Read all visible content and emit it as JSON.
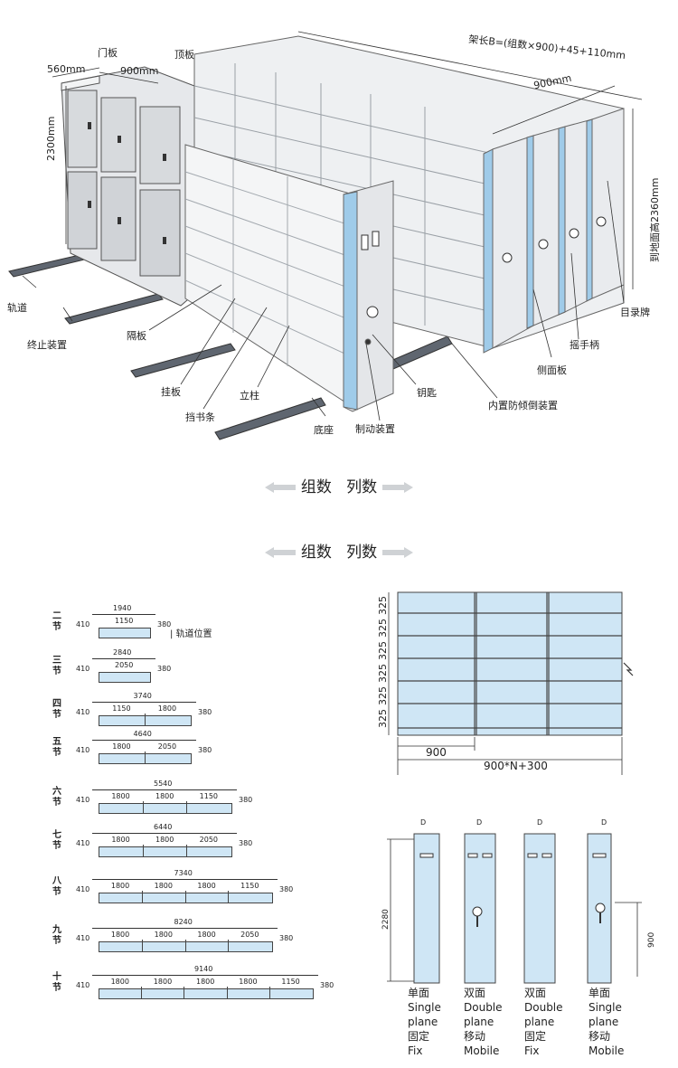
{
  "top_diagram": {
    "labels": {
      "depth": "560mm",
      "door_panel": "门板",
      "col_width": "900mm",
      "top_panel": "顶板",
      "height": "2300mm",
      "rack_length": "架长B=(组数×900)+45+110mm",
      "col_width_right": "900mm",
      "ground_height": "到地面高2360mm",
      "rail": "轨道",
      "end_stop": "终止装置",
      "partition": "隔板",
      "hanging_board": "挂板",
      "column": "立柱",
      "book_stop": "挡书条",
      "base": "底座",
      "brake": "制动装置",
      "key": "钥匙",
      "anti_tilt": "内置防倾倒装置",
      "side_panel": "侧面板",
      "crank": "摇手柄",
      "catalog_card": "目录牌"
    }
  },
  "banners": [
    {
      "left": "组数",
      "right": "列数"
    },
    {
      "left": "组数",
      "right": "列数"
    }
  ],
  "sections": {
    "track_note": "轨道位置",
    "rows": [
      {
        "name": "二节",
        "total": "1940",
        "dims": [
          "410",
          "1150",
          "380"
        ]
      },
      {
        "name": "三节",
        "total": "2840",
        "dims": [
          "410",
          "2050",
          "380"
        ]
      },
      {
        "name": "四节",
        "total": "3740",
        "dims": [
          "410",
          "1150",
          "1800",
          "380"
        ]
      },
      {
        "name": "五节",
        "total": "4640",
        "dims": [
          "410",
          "1800",
          "2050",
          "380"
        ]
      },
      {
        "name": "六节",
        "total": "5540",
        "dims": [
          "410",
          "1800",
          "1800",
          "1150",
          "380"
        ]
      },
      {
        "name": "七节",
        "total": "6440",
        "dims": [
          "410",
          "1800",
          "1800",
          "2050",
          "380"
        ]
      },
      {
        "name": "八节",
        "total": "7340",
        "dims": [
          "410",
          "1800",
          "1800",
          "1800",
          "1150",
          "380"
        ]
      },
      {
        "name": "九节",
        "total": "8240",
        "dims": [
          "410",
          "1800",
          "1800",
          "1800",
          "2050",
          "380"
        ]
      },
      {
        "name": "十节",
        "total": "9140",
        "dims": [
          "410",
          "1800",
          "1800",
          "1800",
          "1800",
          "1150",
          "380"
        ]
      }
    ]
  },
  "front_view": {
    "shelf_heights": [
      "325",
      "325",
      "325",
      "325",
      "325",
      "325"
    ],
    "col_label": "900",
    "total_label": "900*N+300"
  },
  "side_view": {
    "height_label": "2280",
    "handle_label": "900",
    "top_label": "D",
    "types": [
      {
        "zh1": "单面",
        "en1": "Single",
        "en2": "plane",
        "zh2": "固定",
        "en3": "Fix"
      },
      {
        "zh1": "双面",
        "en1": "Double",
        "en2": "plane",
        "zh2": "移动",
        "en3": "Mobile"
      },
      {
        "zh1": "双面",
        "en1": "Double",
        "en2": "plane",
        "zh2": "固定",
        "en3": "Fix"
      },
      {
        "zh1": "单面",
        "en1": "Single",
        "en2": "plane",
        "zh2": "移动",
        "en3": "Mobile"
      }
    ]
  },
  "colors": {
    "panel_blue": "#cfe6f5",
    "side_blue": "#9fcbe9",
    "cabinet_grey": "#dcdfe3",
    "line": "#444444"
  }
}
